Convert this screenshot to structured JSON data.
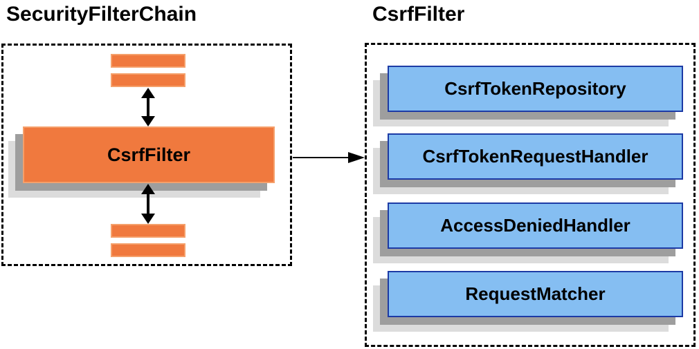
{
  "colors": {
    "orange_fill": "#F0793E",
    "orange_border": "#F5A06B",
    "blue_fill": "#85BEF2",
    "blue_border": "#1C3AA5",
    "shadow_dark": "#9E9E9E",
    "shadow_light": "#DCDCDC",
    "connector_black": "#000000",
    "text_black": "#000000"
  },
  "left_panel": {
    "title": "SecurityFilterChain",
    "node_label": "CsrfFilter"
  },
  "right_panel": {
    "title": "CsrfFilter",
    "components": [
      {
        "label": "CsrfTokenRepository"
      },
      {
        "label": "CsrfTokenRequestHandler"
      },
      {
        "label": "AccessDeniedHandler"
      },
      {
        "label": "RequestMatcher"
      }
    ]
  }
}
